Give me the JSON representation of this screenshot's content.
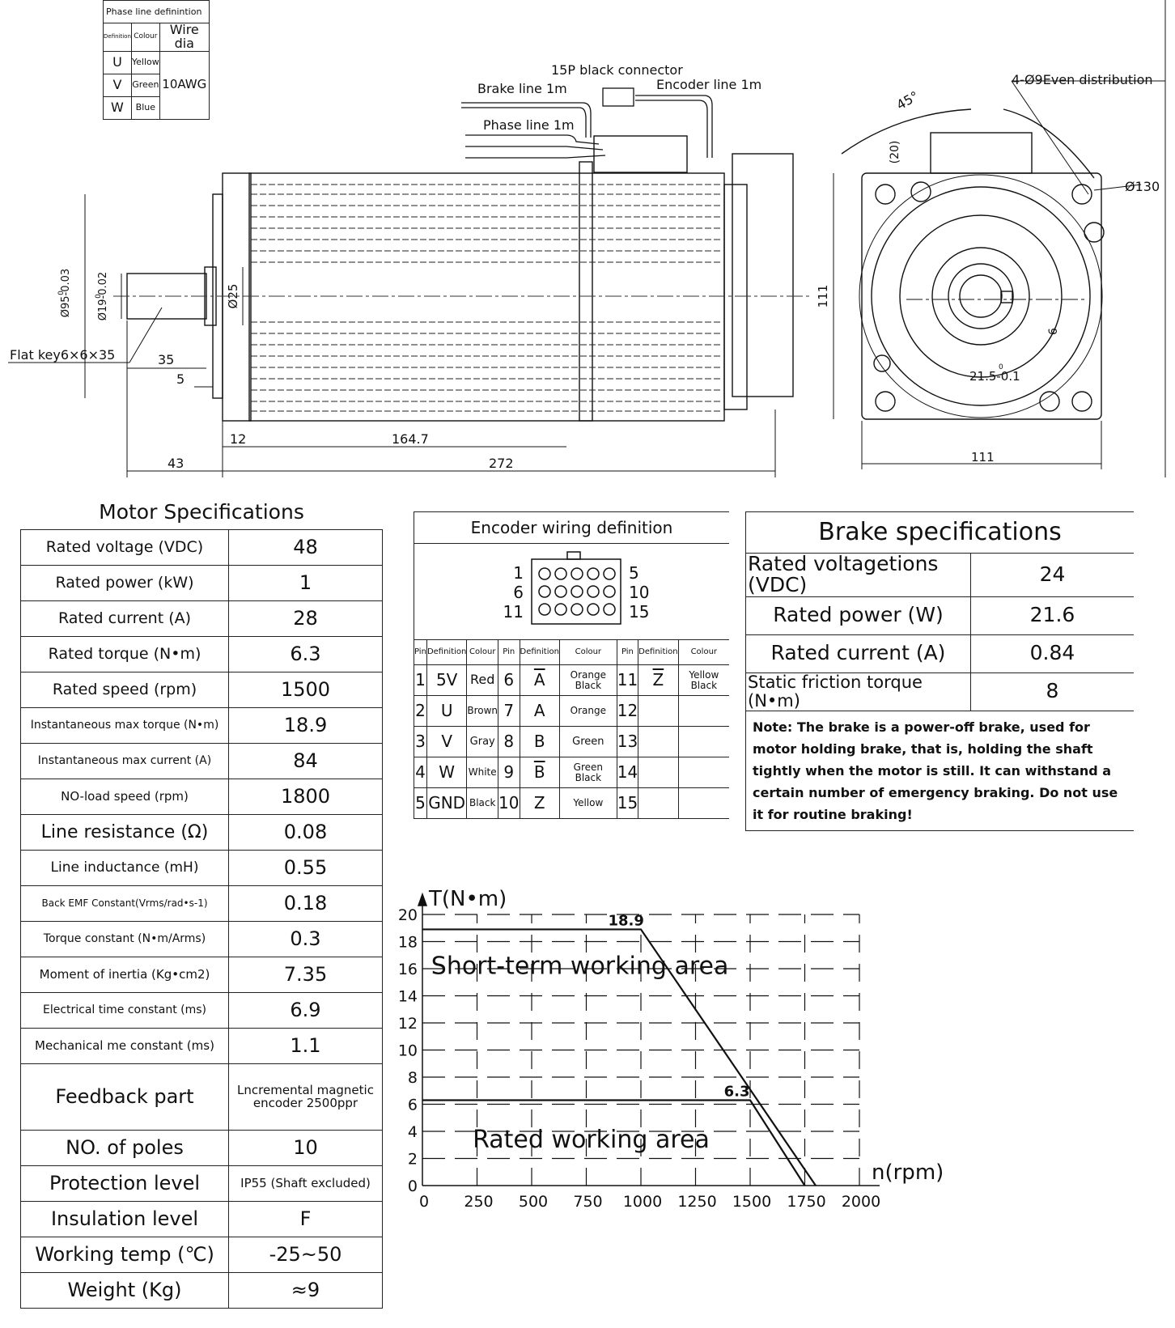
{
  "phase_table": {
    "title": "Phase line definintion",
    "headers": [
      "Definition",
      "Colour",
      "Wire dia"
    ],
    "rows": [
      [
        "U",
        "Yellow"
      ],
      [
        "V",
        "Green"
      ],
      [
        "W",
        "Blue"
      ]
    ],
    "wire_dia": "10AWG"
  },
  "drawing": {
    "labels": {
      "connector": "15P black connector",
      "brake_line": "Brake line 1m",
      "encoder_line": "Encoder line 1m",
      "phase_line": "Phase line 1m",
      "flat_key": "Flat key6×6×35",
      "even_distribution": "4-Ø9Even distribution",
      "angle": "45°",
      "hole_dia": "Ø130",
      "dim_20": "(20)"
    },
    "dims": {
      "d95": "Ø95-0.03",
      "d95_tol": "0",
      "d19": "Ø19-0.02",
      "d19_tol": "0",
      "d25": "Ø25",
      "l35": "35",
      "l5": "5",
      "l43": "43",
      "l12": "12",
      "l164": "164.7",
      "l272": "272",
      "h111": "111",
      "w111": "111",
      "k6": "6",
      "k215": "21.5-0.1",
      "k215_tol": "0"
    }
  },
  "motor_specs": {
    "title": "Motor Specifications",
    "rows": [
      {
        "label": "Rated voltage (VDC)",
        "value": "48"
      },
      {
        "label": "Rated power (kW)",
        "value": "1"
      },
      {
        "label": "Rated current (A)",
        "value": "28"
      },
      {
        "label": "Rated torque (N•m)",
        "value": "6.3"
      },
      {
        "label": "Rated speed (rpm)",
        "value": "1500"
      },
      {
        "label": "Instantaneous max torque (N•m)",
        "value": "18.9"
      },
      {
        "label": "Instantaneous max current (A)",
        "value": "84"
      },
      {
        "label": "NO-load speed (rpm)",
        "value": "1800"
      },
      {
        "label": "Line resistance (Ω)",
        "value": "0.08"
      },
      {
        "label": "Line inductance (mH)",
        "value": "0.55"
      },
      {
        "label": "Back EMF Constant(Vrms/rad•s-1)",
        "value": "0.18"
      },
      {
        "label": "Torque constant (N•m/Arms)",
        "value": "0.3"
      },
      {
        "label": "Moment of inertia (Kg•cm2)",
        "value": "7.35"
      },
      {
        "label": "Electrical time constant (ms)",
        "value": "6.9"
      },
      {
        "label": "Mechanical me constant (ms)",
        "value": "1.1"
      },
      {
        "label": "Feedback part",
        "value": "Lncremental magnetic encoder 2500ppr"
      },
      {
        "label": "NO. of poles",
        "value": "10"
      },
      {
        "label": "Protection level",
        "value": "IP55 (Shaft excluded)"
      },
      {
        "label": "Insulation level",
        "value": "F"
      },
      {
        "label": "Working temp (℃)",
        "value": "-25~50"
      },
      {
        "label": "Weight (Kg)",
        "value": "≈9"
      }
    ]
  },
  "encoder": {
    "title": "Encoder wiring definition",
    "pin_labels": [
      "1",
      "5",
      "6",
      "10",
      "11",
      "15"
    ],
    "headers": [
      "Pin",
      "Definition",
      "Colour",
      "Pin",
      "Definition",
      "Colour",
      "Pin",
      "Definition",
      "Colour"
    ],
    "rows": [
      [
        "1",
        "5V",
        "Red",
        "6",
        "A",
        "Orange Black",
        "11",
        "Z",
        "Yellow Black"
      ],
      [
        "2",
        "U",
        "Brown",
        "7",
        "A",
        "Orange",
        "12",
        "",
        ""
      ],
      [
        "3",
        "V",
        "Gray",
        "8",
        "B",
        "Green",
        "13",
        "",
        ""
      ],
      [
        "4",
        "W",
        "White",
        "9",
        "B",
        "Green Black",
        "14",
        "",
        ""
      ],
      [
        "5",
        "GND",
        "Black",
        "10",
        "Z",
        "Yellow",
        "15",
        "",
        ""
      ]
    ]
  },
  "brake": {
    "title": "Brake specifications",
    "rows": [
      {
        "label": "Rated voltagetions (VDC)",
        "value": "24"
      },
      {
        "label": "Rated power (W)",
        "value": "21.6"
      },
      {
        "label": "Rated current (A)",
        "value": "0.84"
      },
      {
        "label": "Static friction torque (N•m)",
        "value": "8"
      }
    ],
    "note": "Note: The brake is a power-off brake, used for motor holding brake, that is, holding the shaft tightly when the motor is still. It can withstand a certain number of emergency braking. Do not use it for routine braking!"
  },
  "chart_data": {
    "type": "line",
    "ylabel": "T(N•m)",
    "xlabel": "n(rpm)",
    "xlim": [
      0,
      2000
    ],
    "ylim": [
      0,
      20
    ],
    "x_ticks": [
      "0",
      "250",
      "500",
      "750",
      "1000",
      "1250",
      "1500",
      "1750",
      "2000"
    ],
    "y_ticks": [
      "0",
      "2",
      "4",
      "6",
      "8",
      "10",
      "12",
      "14",
      "16",
      "18",
      "20"
    ],
    "series": [
      {
        "name": "Short-term working area",
        "points": [
          [
            0,
            18.9
          ],
          [
            1000,
            18.9
          ],
          [
            1800,
            0
          ]
        ]
      },
      {
        "name": "Rated working area",
        "points": [
          [
            0,
            6.3
          ],
          [
            1500,
            6.3
          ],
          [
            1750,
            0
          ]
        ]
      }
    ],
    "annotations": [
      "18.9",
      "6.3"
    ],
    "grid": true
  }
}
